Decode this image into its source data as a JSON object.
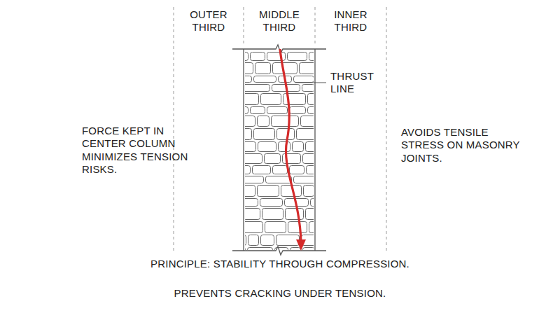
{
  "diagram": {
    "labels": [
      "OUTER THIRD",
      "MIDDLE THIRD",
      "INNER THIRD",
      "THRUST LINE",
      "FORCE KEPT IN CENTER COLUMN MINIMIZES TENSION RISKS.",
      "AVOIDS TENSILE STRESS ON MASONRY JOINTS.",
      "PRINCIPLE: STABILITY THROUGH COMPRESSION.",
      "PREVENTS CRACKING UNDER TENSION."
    ]
  }
}
